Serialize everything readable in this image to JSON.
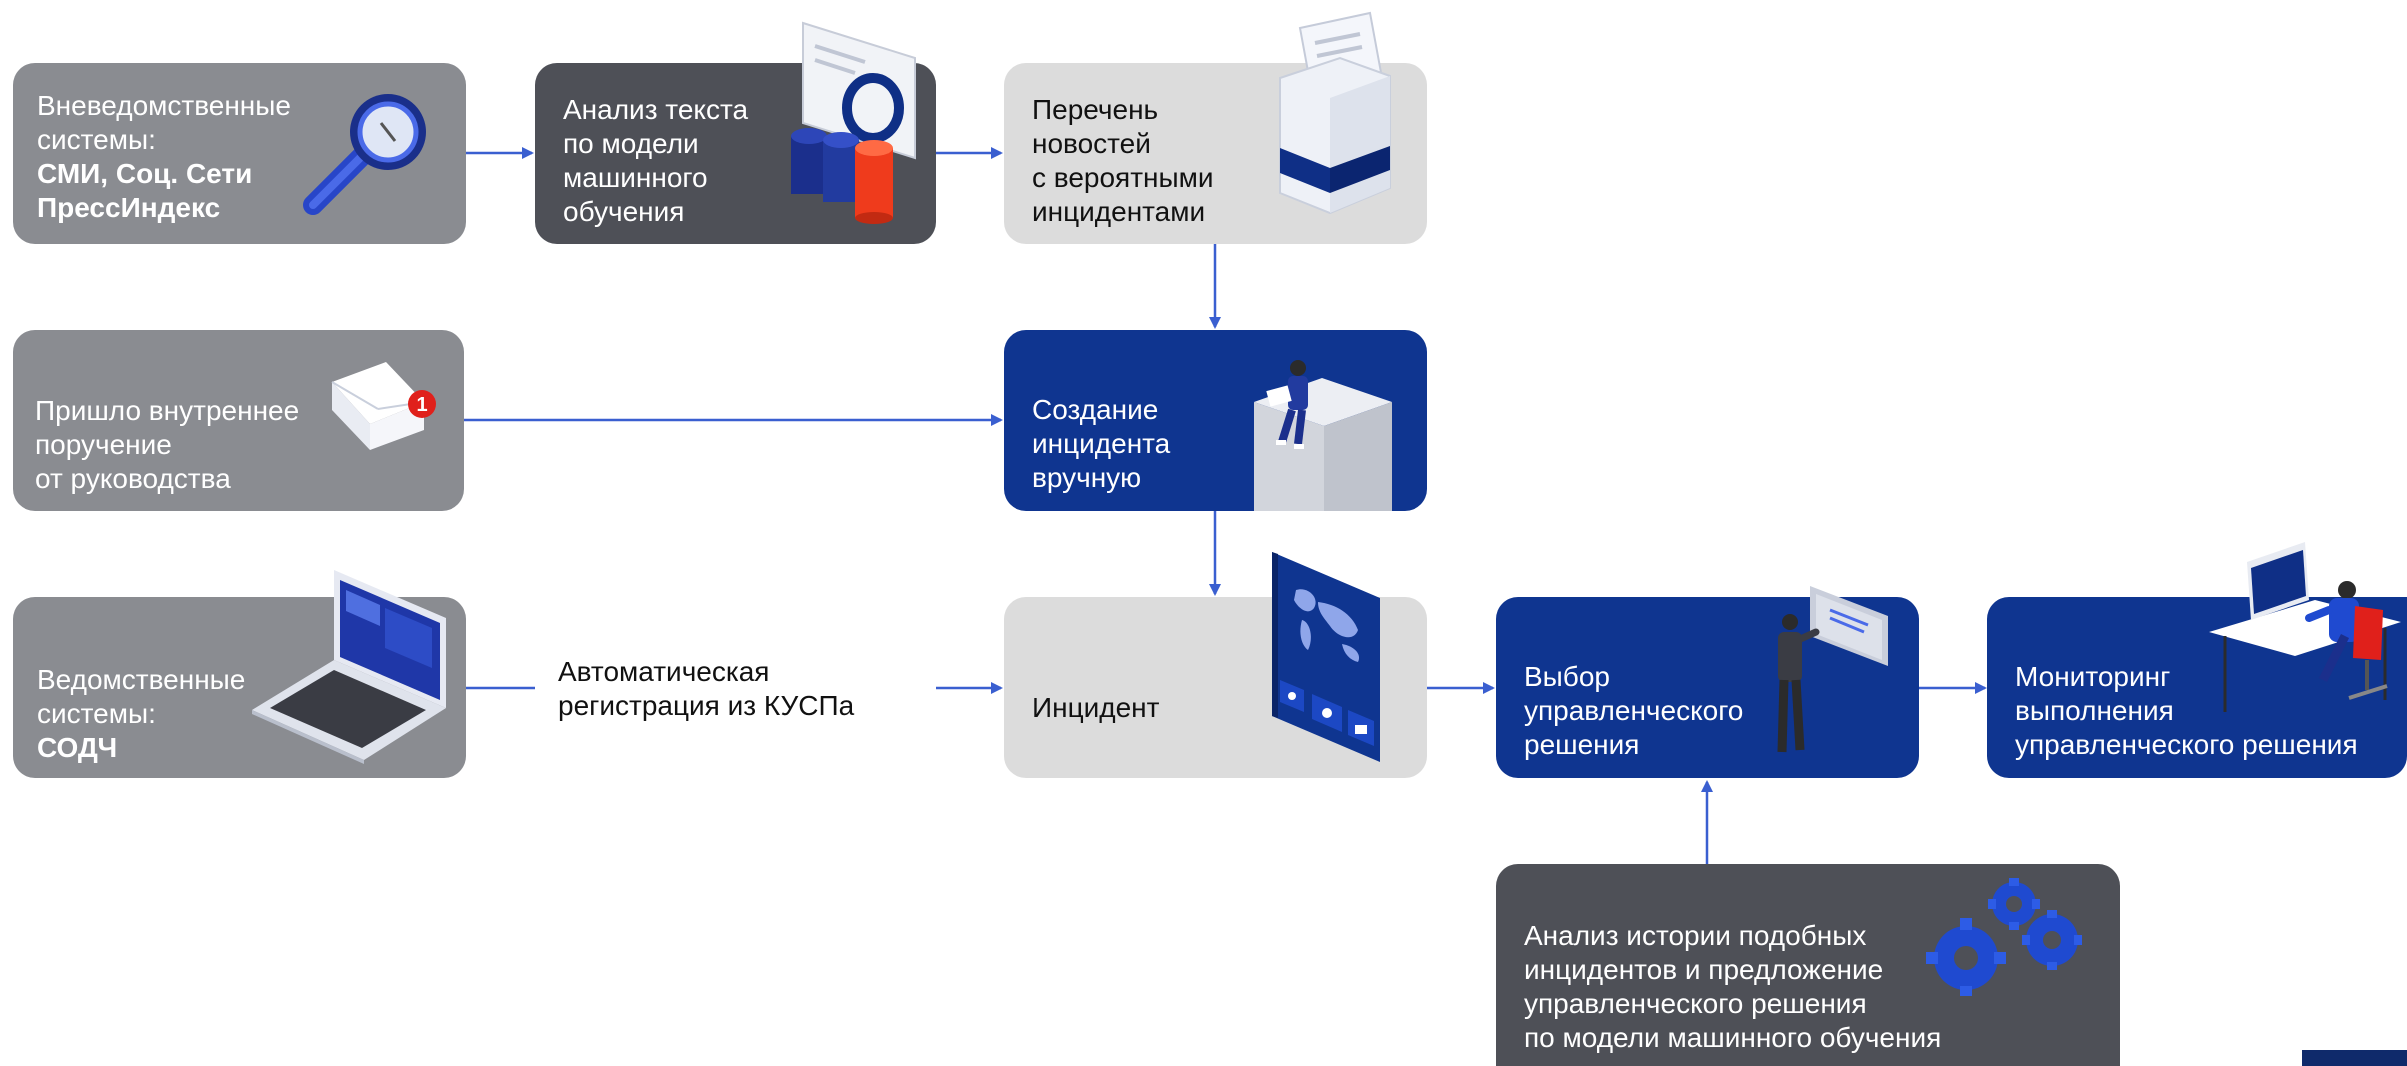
{
  "nodes": {
    "external_systems": {
      "lines": [
        "Вневедомственные",
        "системы:"
      ],
      "bold_lines": [
        "СМИ, Соц. Сети",
        "ПрессИндекс"
      ],
      "icon": "magnifier-icon"
    },
    "text_analysis": {
      "lines": [
        "Анализ текста",
        "по модели",
        "машинного",
        "обучения"
      ],
      "icon": "document-analysis-icon"
    },
    "news_list": {
      "lines": [
        "Перечень",
        "новостей",
        "с вероятными",
        "инцидентами"
      ],
      "icon": "document-box-icon"
    },
    "internal_order": {
      "lines": [
        "Пришло внутреннее",
        "поручение",
        "от руководства"
      ],
      "icon": "envelope-notification-icon",
      "badge": "1"
    },
    "manual_incident": {
      "lines": [
        "Создание",
        "инцидента",
        "вручную"
      ],
      "icon": "person-laptop-icon"
    },
    "departmental_systems": {
      "lines": [
        "Ведомственные",
        "системы:"
      ],
      "bold_lines": [
        "СОДЧ"
      ],
      "icon": "laptop-icon"
    },
    "auto_registration": {
      "lines": [
        "Автоматическая",
        "регистрация из КУСПа"
      ]
    },
    "incident": {
      "lines": [
        "Инцидент"
      ],
      "icon": "map-screen-icon"
    },
    "decision_choice": {
      "lines": [
        "Выбор",
        "управленческого",
        "решения"
      ],
      "icon": "person-board-icon"
    },
    "monitoring": {
      "lines": [
        "Мониторинг",
        "выполнения",
        "управленческого решения"
      ],
      "icon": "person-desk-icon"
    },
    "history_analysis": {
      "lines": [
        "Анализ истории подобных",
        "инцидентов и предложение",
        "управленческого решения",
        "по модели машинного обучения"
      ],
      "icon": "gears-icon"
    }
  },
  "colors": {
    "gray_box": "#8a8c91",
    "dark_box": "#4e5057",
    "light_box": "#dcdcdc",
    "blue_box": "#0f3590",
    "connector": "#3a5fd0",
    "accent_red": "#e0201b"
  }
}
